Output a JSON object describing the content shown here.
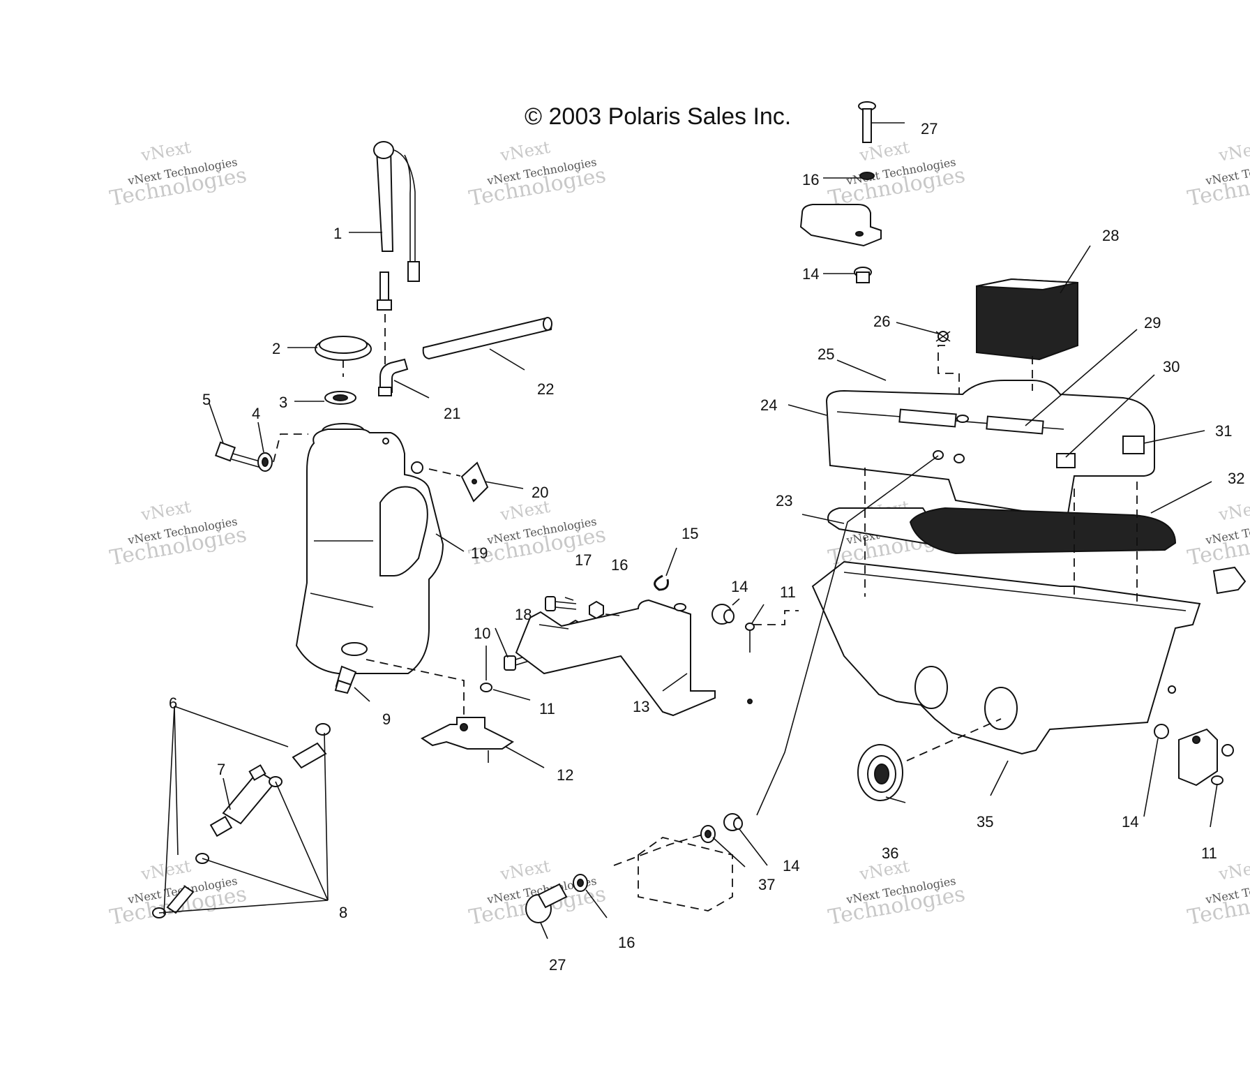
{
  "copyright": "© 2003 Polaris Sales Inc.",
  "watermark": {
    "line1": "vNext",
    "line2": "vNext Technologies",
    "line3": "Technologies"
  },
  "callouts": [
    {
      "id": "c1",
      "label": "1"
    },
    {
      "id": "c2",
      "label": "2"
    },
    {
      "id": "c3",
      "label": "3"
    },
    {
      "id": "c4",
      "label": "4"
    },
    {
      "id": "c5",
      "label": "5"
    },
    {
      "id": "c6",
      "label": "6"
    },
    {
      "id": "c7",
      "label": "7"
    },
    {
      "id": "c8",
      "label": "8"
    },
    {
      "id": "c9",
      "label": "9"
    },
    {
      "id": "c10",
      "label": "10"
    },
    {
      "id": "c11a",
      "label": "11"
    },
    {
      "id": "c11b",
      "label": "11"
    },
    {
      "id": "c11c",
      "label": "11"
    },
    {
      "id": "c12",
      "label": "12"
    },
    {
      "id": "c13",
      "label": "13"
    },
    {
      "id": "c14a",
      "label": "14"
    },
    {
      "id": "c14b",
      "label": "14"
    },
    {
      "id": "c14c",
      "label": "14"
    },
    {
      "id": "c14d",
      "label": "14"
    },
    {
      "id": "c15",
      "label": "15"
    },
    {
      "id": "c16a",
      "label": "16"
    },
    {
      "id": "c16b",
      "label": "16"
    },
    {
      "id": "c16c",
      "label": "16"
    },
    {
      "id": "c17",
      "label": "17"
    },
    {
      "id": "c18",
      "label": "18"
    },
    {
      "id": "c19",
      "label": "19"
    },
    {
      "id": "c20",
      "label": "20"
    },
    {
      "id": "c21",
      "label": "21"
    },
    {
      "id": "c22",
      "label": "22"
    },
    {
      "id": "c23",
      "label": "23"
    },
    {
      "id": "c24",
      "label": "24"
    },
    {
      "id": "c25",
      "label": "25"
    },
    {
      "id": "c26",
      "label": "26"
    },
    {
      "id": "c27a",
      "label": "27"
    },
    {
      "id": "c27b",
      "label": "27"
    },
    {
      "id": "c28",
      "label": "28"
    },
    {
      "id": "c29",
      "label": "29"
    },
    {
      "id": "c30",
      "label": "30"
    },
    {
      "id": "c31",
      "label": "31"
    },
    {
      "id": "c32",
      "label": "32"
    },
    {
      "id": "c35",
      "label": "35"
    },
    {
      "id": "c36",
      "label": "36"
    },
    {
      "id": "c37",
      "label": "37"
    }
  ]
}
